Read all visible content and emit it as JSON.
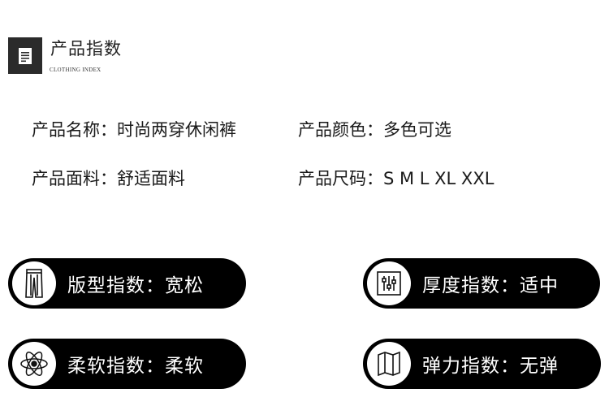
{
  "header": {
    "title": "产品指数",
    "subtitle": "CLOTHING INDEX",
    "icon": "document-icon"
  },
  "specs": {
    "name": "产品名称：时尚两穿休闲裤",
    "color": "产品颜色：多色可选",
    "fabric": "产品面料：舒适面料",
    "size": "产品尺码：S M L XL XXL"
  },
  "indices": [
    {
      "label": "版型指数：宽松",
      "icon": "pants-icon"
    },
    {
      "label": "厚度指数：适中",
      "icon": "sliders-icon"
    },
    {
      "label": "柔软指数：柔软",
      "icon": "atom-icon"
    },
    {
      "label": "弹力指数：无弹",
      "icon": "folded-map-icon"
    }
  ],
  "colors": {
    "pill_bg": "#000000",
    "icon_bg": "#2b2b2b"
  }
}
